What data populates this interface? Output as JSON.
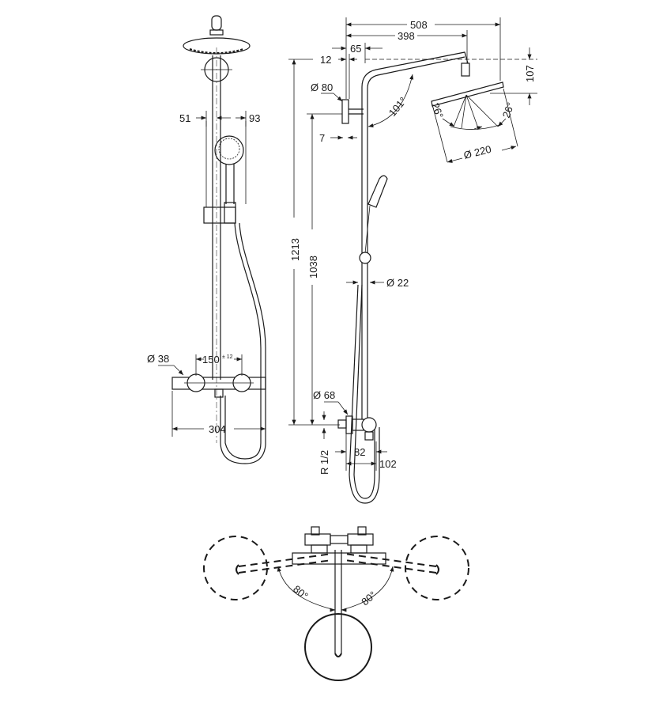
{
  "drawing": {
    "subject": "Shower system dimension drawing",
    "front_view": {
      "dims": {
        "d51": "51",
        "d93": "93",
        "d38": "Ø 38",
        "d150": "150",
        "d150_tol": "± 12",
        "d304": "304"
      }
    },
    "side_view": {
      "dims": {
        "d508": "508",
        "d398": "398",
        "d65": "65",
        "d12": "12",
        "d107": "107",
        "d80": "Ø 80",
        "d7": "7",
        "d101": "101°",
        "d26a": "26°",
        "d26b": "26°",
        "d220": "Ø 220",
        "d1213": "1213",
        "d1038": "1038",
        "d22": "Ø 22",
        "d68": "Ø 68",
        "dR12": "R 1/2",
        "d82": "82",
        "d102": "102"
      }
    },
    "top_view": {
      "dims": {
        "angle_left": "80°",
        "angle_right": "80°"
      }
    }
  }
}
